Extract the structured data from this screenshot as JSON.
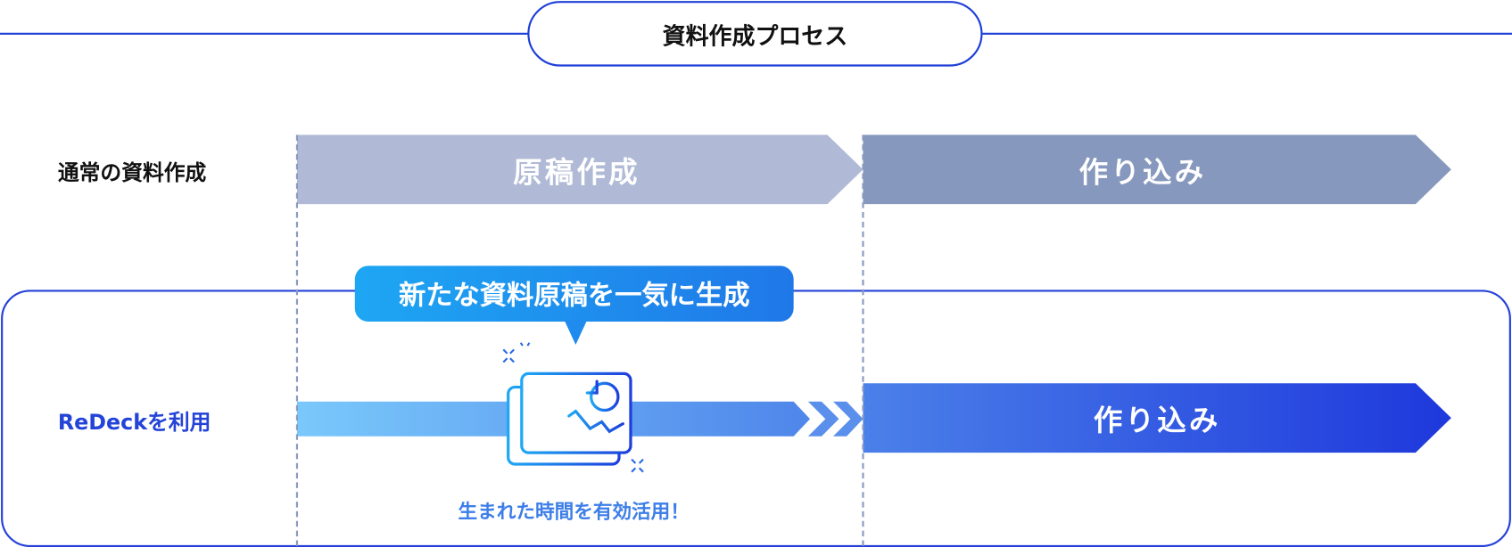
{
  "title": "資料作成プロセス",
  "rows": {
    "normal": {
      "label": "通常の資料作成",
      "steps": [
        "原稿作成",
        "作り込み"
      ]
    },
    "redeck": {
      "label": "ReDeckを利用",
      "bubble": "新たな資料原稿を一気に生成",
      "step": "作り込み",
      "caption": "生まれた時間を有効活用！"
    }
  },
  "colors": {
    "accent": "#1f3fd8",
    "step1": "#b0bad6",
    "step2": "#8698bd",
    "caption": "#3d7ee8"
  }
}
